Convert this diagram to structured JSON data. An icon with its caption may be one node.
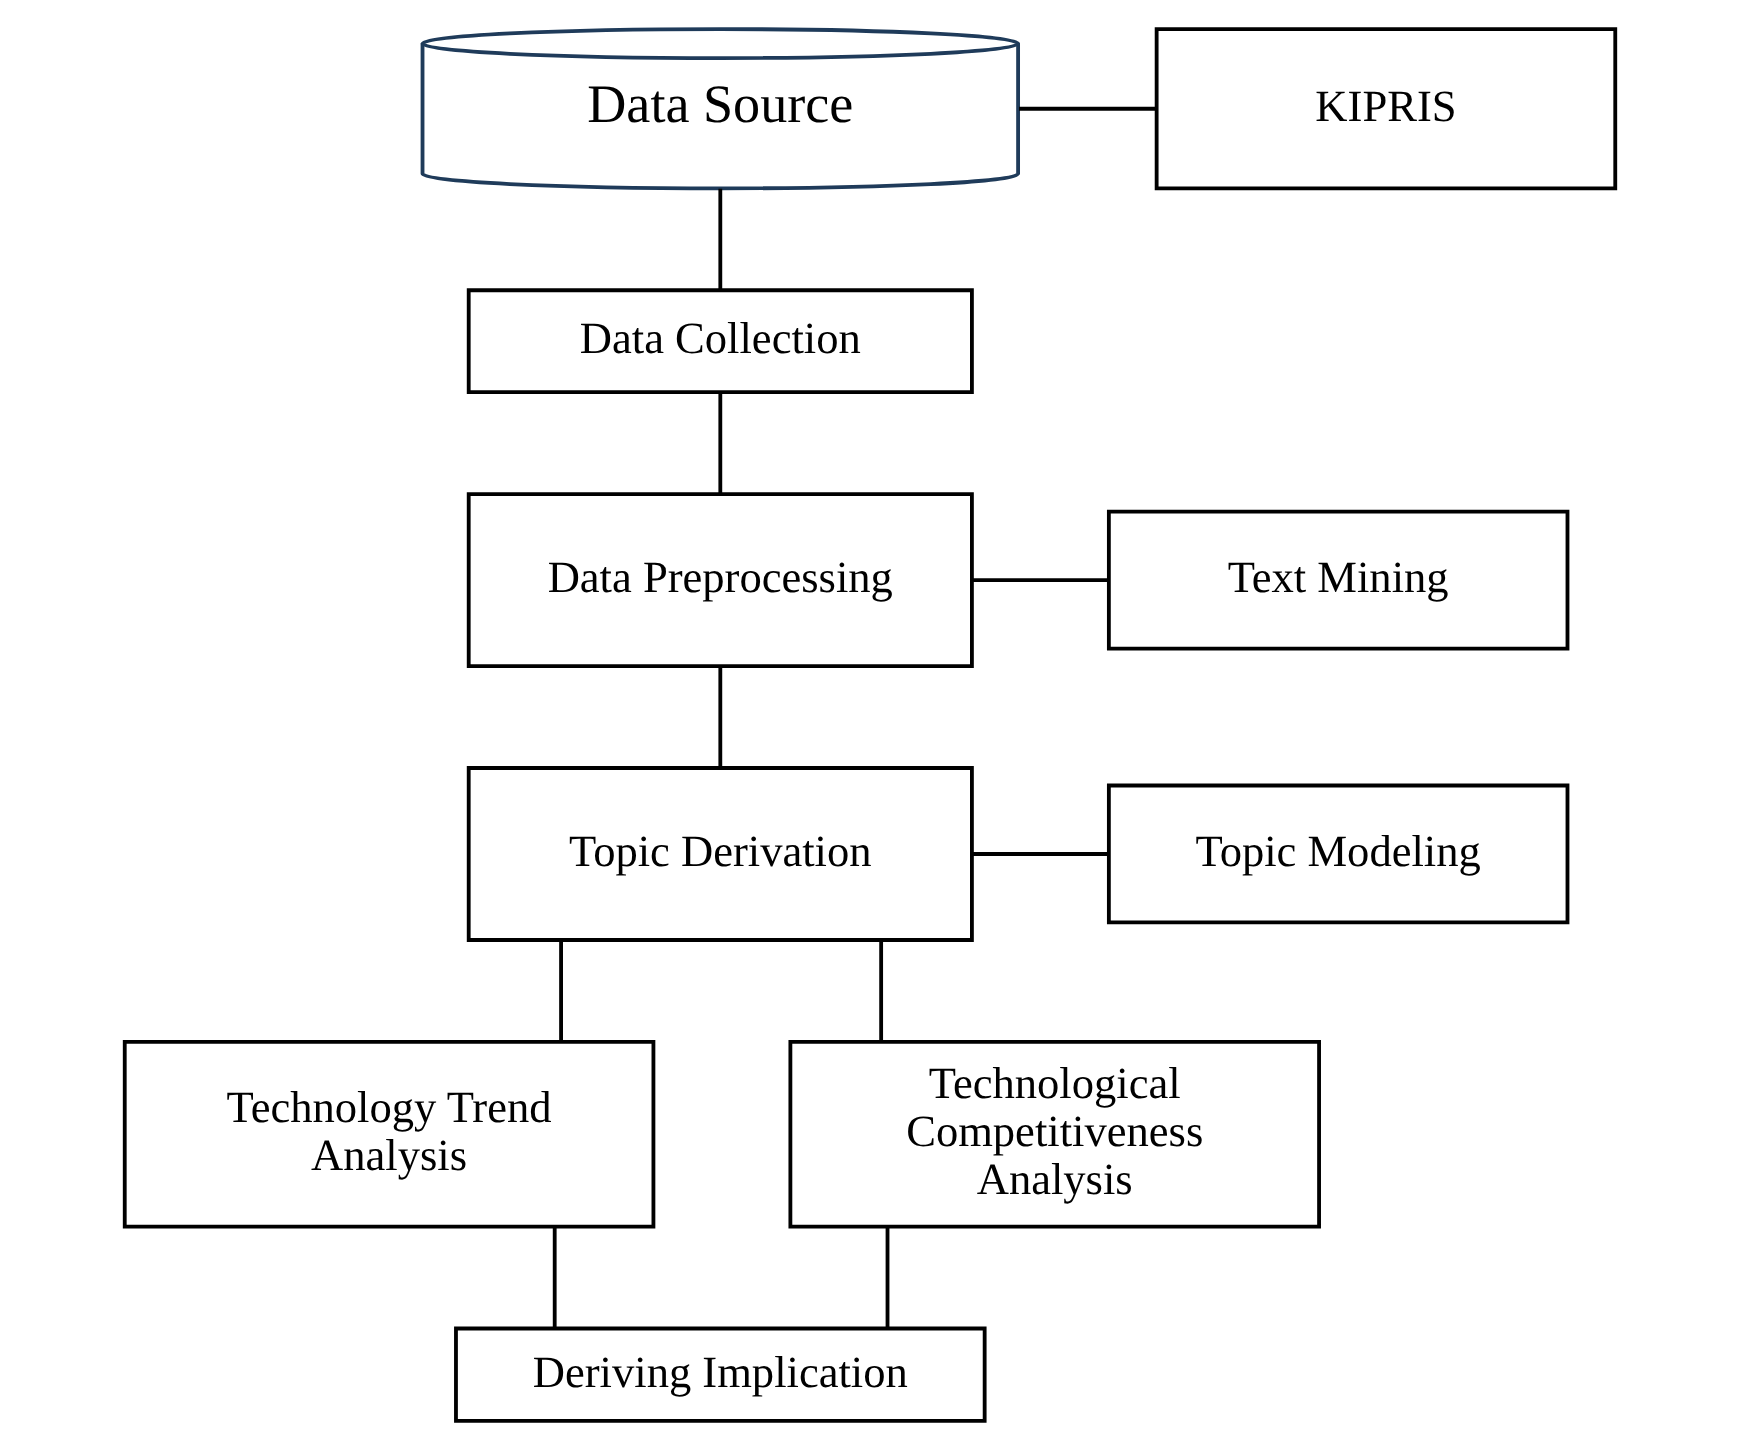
{
  "diagram": {
    "nodes": [
      {
        "text": [
          "Data Source"
        ]
      },
      {
        "text": [
          "KIPRIS"
        ]
      },
      {
        "text": [
          "Data Collection"
        ]
      },
      {
        "text": [
          "Data Preprocessing"
        ]
      },
      {
        "text": [
          "Text Mining"
        ]
      },
      {
        "text": [
          "Topic Derivation"
        ]
      },
      {
        "text": [
          "Topic Modeling"
        ]
      },
      {
        "text": [
          "Technology Trend Analysis"
        ]
      },
      {
        "text": [
          "Technological Competitiveness Analysis"
        ]
      },
      {
        "text": [
          "Deriving Implication"
        ]
      }
    ],
    "edges": [
      {
        "from": 0,
        "to": 1,
        "arrow": "none"
      },
      {
        "from": 0,
        "to": 2,
        "arrow": "none"
      },
      {
        "from": 2,
        "to": 3,
        "arrow": "none"
      },
      {
        "from": 3,
        "to": 4,
        "arrow": "none"
      },
      {
        "from": 3,
        "to": 5,
        "arrow": "none"
      },
      {
        "from": 5,
        "to": 6,
        "arrow": "none"
      },
      {
        "from": 5,
        "to": 7,
        "arrow": "none"
      },
      {
        "from": 5,
        "to": 8,
        "arrow": "none"
      },
      {
        "from": 7,
        "to": 9,
        "arrow": "none"
      },
      {
        "from": 8,
        "to": 9,
        "arrow": "none"
      }
    ]
  }
}
